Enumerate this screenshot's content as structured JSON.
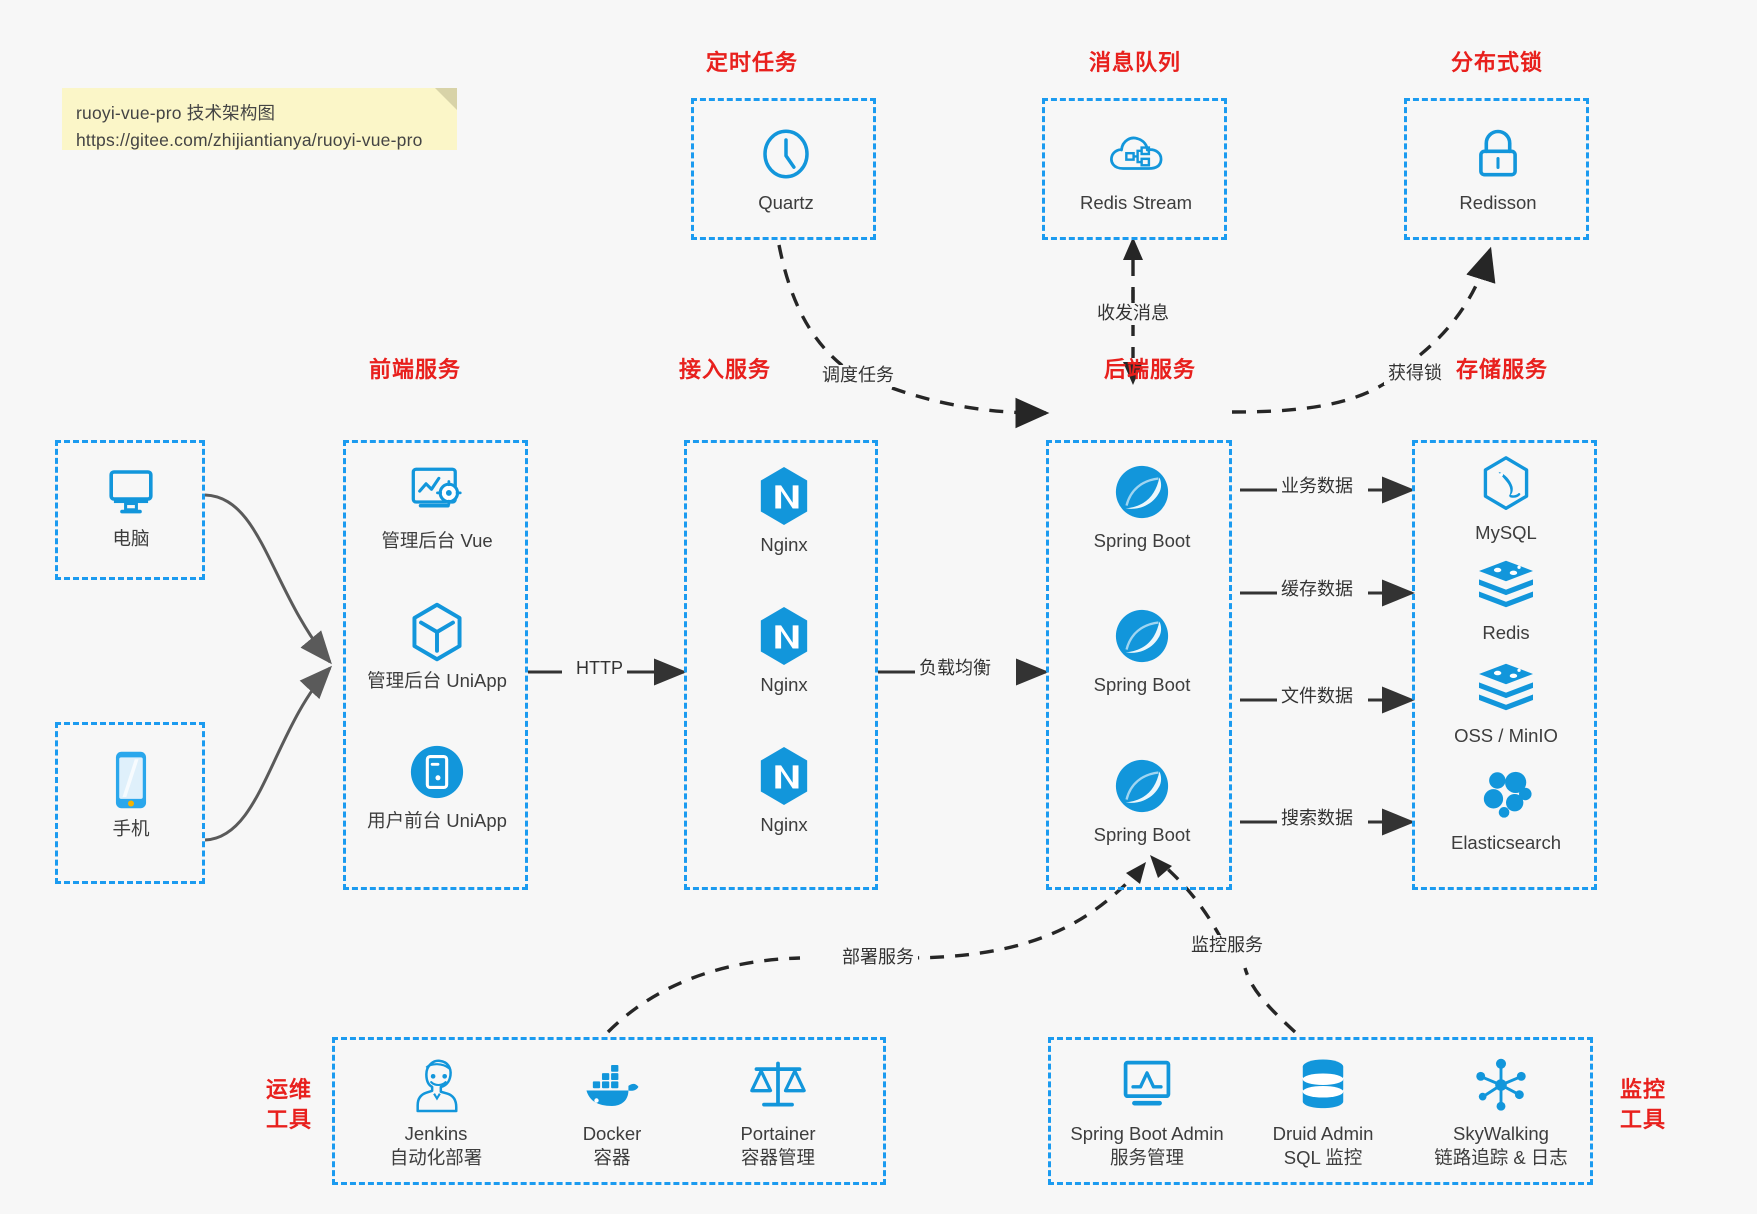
{
  "note": {
    "line1": "ruoyi-vue-pro 技术架构图",
    "line2": "https://gitee.com/zhijiantianya/ruoyi-vue-pro"
  },
  "colors": {
    "accent_blue": "#1b9bf0",
    "title_red": "#e8201d",
    "icon_blue": "#1296db",
    "note_yellow": "#fbf6c8",
    "background": "#f7f7f7",
    "arrow_dark": "#333333"
  },
  "groups": {
    "scheduled_task": {
      "title": "定时任务",
      "nodes": [
        {
          "label": "Quartz",
          "icon": "clock-icon"
        }
      ]
    },
    "message_queue": {
      "title": "消息队列",
      "nodes": [
        {
          "label": "Redis Stream",
          "icon": "cloud-stream-icon"
        }
      ]
    },
    "distributed_lock": {
      "title": "分布式锁",
      "nodes": [
        {
          "label": "Redisson",
          "icon": "lock-icon"
        }
      ]
    },
    "clients": {
      "nodes": [
        {
          "label": "电脑",
          "icon": "desktop-icon"
        },
        {
          "label": "手机",
          "icon": "mobile-icon"
        }
      ]
    },
    "frontend": {
      "title": "前端服务",
      "nodes": [
        {
          "label": "管理后台 Vue",
          "icon": "dashboard-gear-icon"
        },
        {
          "label": "管理后台 UniApp",
          "icon": "cube-icon"
        },
        {
          "label": "用户前台 UniApp",
          "icon": "app-circle-icon"
        }
      ]
    },
    "gateway": {
      "title": "接入服务",
      "nodes": [
        {
          "label": "Nginx",
          "icon": "nginx-icon"
        },
        {
          "label": "Nginx",
          "icon": "nginx-icon"
        },
        {
          "label": "Nginx",
          "icon": "nginx-icon"
        }
      ]
    },
    "backend": {
      "title": "后端服务",
      "nodes": [
        {
          "label": "Spring Boot",
          "icon": "spring-boot-icon"
        },
        {
          "label": "Spring Boot",
          "icon": "spring-boot-icon"
        },
        {
          "label": "Spring Boot",
          "icon": "spring-boot-icon"
        }
      ]
    },
    "storage": {
      "title": "存储服务",
      "nodes": [
        {
          "label": "MySQL",
          "icon": "mysql-icon"
        },
        {
          "label": "Redis",
          "icon": "redis-icon"
        },
        {
          "label": "OSS / MinIO",
          "icon": "oss-icon"
        },
        {
          "label": "Elasticsearch",
          "icon": "elasticsearch-icon"
        }
      ]
    },
    "devops_tools": {
      "title_line1": "运维",
      "title_line2": "工具",
      "nodes": [
        {
          "label": "Jenkins",
          "sublabel": "自动化部署",
          "icon": "jenkins-icon"
        },
        {
          "label": "Docker",
          "sublabel": "容器",
          "icon": "docker-icon"
        },
        {
          "label": "Portainer",
          "sublabel": "容器管理",
          "icon": "scales-icon"
        }
      ]
    },
    "monitor_tools": {
      "title_line1": "监控",
      "title_line2": "工具",
      "nodes": [
        {
          "label": "Spring Boot Admin",
          "sublabel": "服务管理",
          "icon": "monitor-chart-icon"
        },
        {
          "label": "Druid Admin",
          "sublabel": "SQL 监控",
          "icon": "database-icon"
        },
        {
          "label": "SkyWalking",
          "sublabel": "链路追踪 & 日志",
          "icon": "skywalking-icon"
        }
      ]
    }
  },
  "edges": {
    "http": "HTTP",
    "load_balance": "负载均衡",
    "schedule_task": "调度任务",
    "send_receive_message": "收发消息",
    "acquire_lock": "获得锁",
    "business_data": "业务数据",
    "cache_data": "缓存数据",
    "file_data": "文件数据",
    "search_data": "搜索数据",
    "deploy_service": "部署服务",
    "monitor_service": "监控服务"
  }
}
